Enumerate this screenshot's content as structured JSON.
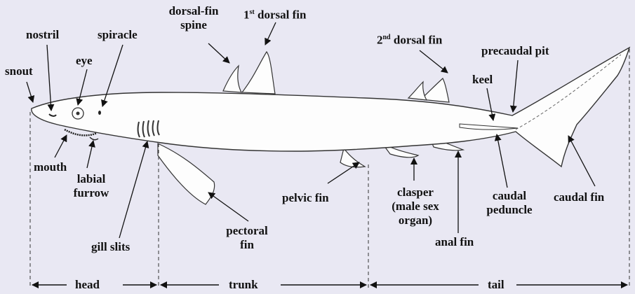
{
  "labels": {
    "snout": "snout",
    "nostril": "nostril",
    "eye": "eye",
    "spiracle": "spiracle",
    "dorsal_fin_spine_1": "dorsal-fin",
    "dorsal_fin_spine_2": "spine",
    "first_dorsal_num": "1",
    "first_dorsal_sup": "st",
    "first_dorsal_text": " dorsal fin",
    "second_dorsal_num": "2",
    "second_dorsal_sup": "nd",
    "second_dorsal_text": " dorsal fin",
    "precaudal_pit": "precaudal pit",
    "keel": "keel",
    "mouth": "mouth",
    "labial_furrow_1": "labial",
    "labial_furrow_2": "furrow",
    "gill_slits": "gill slits",
    "pectoral_fin_1": "pectoral",
    "pectoral_fin_2": "fin",
    "pelvic_fin": "pelvic fin",
    "clasper_1": "clasper",
    "clasper_2": "(male sex",
    "clasper_3": "organ)",
    "anal_fin": "anal fin",
    "caudal_peduncle_1": "caudal",
    "caudal_peduncle_2": "peduncle",
    "caudal_fin": "caudal fin"
  },
  "regions": {
    "head": "head",
    "trunk": "trunk",
    "tail": "tail"
  }
}
